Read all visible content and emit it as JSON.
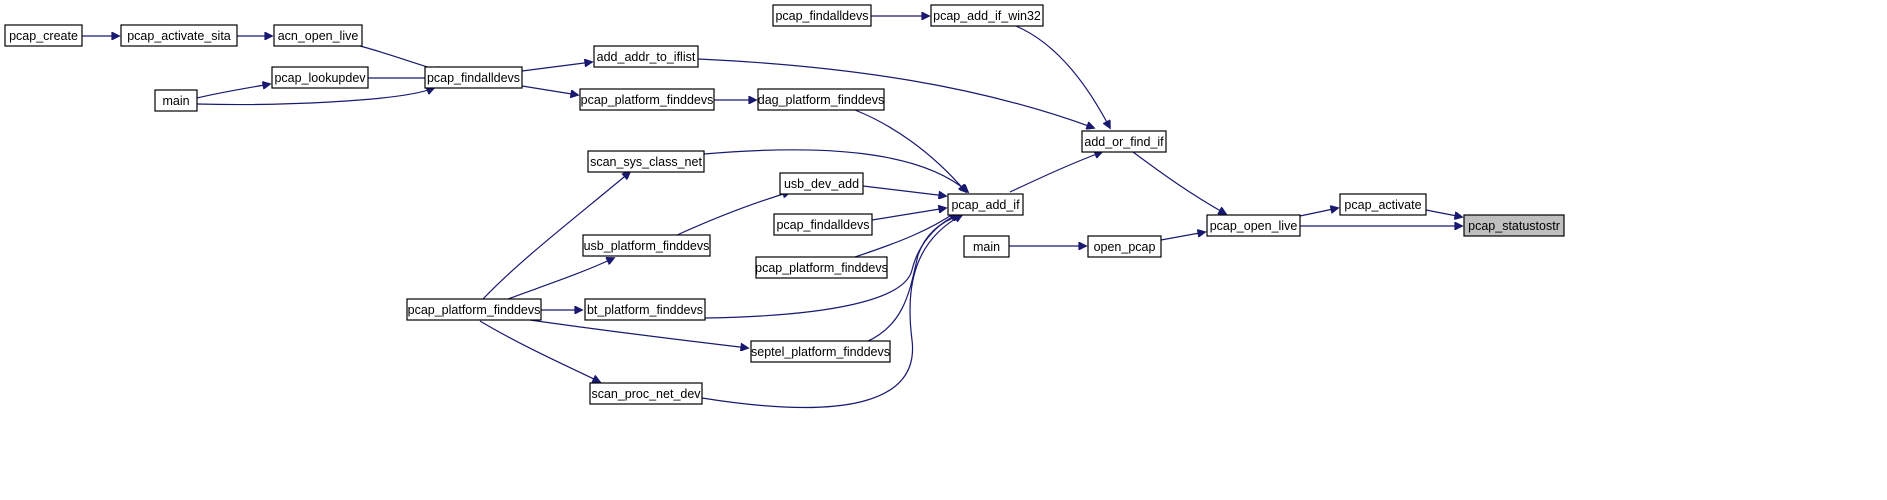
{
  "diagram": {
    "colors": {
      "edge": "#191970",
      "node_border": "#000000",
      "root_fill": "#bfbfbf",
      "node_fill": "#ffffff"
    },
    "nodes": {
      "pcap_create": "pcap_create",
      "pcap_activate_sita": "pcap_activate_sita",
      "acn_open_live": "acn_open_live",
      "pcap_findalldevs_main": "pcap_findalldevs",
      "main_top": "main",
      "pcap_lookupdev": "pcap_lookupdev",
      "add_addr_to_iflist": "add_addr_to_iflist",
      "pcap_platform_finddevs_top": "pcap_platform_finddevs",
      "dag_platform_finddevs": "dag_platform_finddevs",
      "pcap_findalldevs_win32": "pcap_findalldevs",
      "pcap_add_if_win32": "pcap_add_if_win32",
      "add_or_find_if": "add_or_find_if",
      "scan_sys_class_net": "scan_sys_class_net",
      "usb_dev_add": "usb_dev_add",
      "pcap_add_if": "pcap_add_if",
      "pcap_findalldevs_mid": "pcap_findalldevs",
      "usb_platform_finddevs": "usb_platform_finddevs",
      "pcap_platform_finddevs_mid": "pcap_platform_finddevs",
      "pcap_platform_finddevs_left": "pcap_platform_finddevs",
      "bt_platform_finddevs": "bt_platform_finddevs",
      "septel_platform_finddevs": "septel_platform_finddevs",
      "scan_proc_net_dev": "scan_proc_net_dev",
      "main_mid": "main",
      "open_pcap": "open_pcap",
      "pcap_open_live": "pcap_open_live",
      "pcap_activate": "pcap_activate",
      "pcap_statustostr": "pcap_statustostr"
    },
    "edges": [
      [
        "pcap_create",
        "pcap_activate_sita"
      ],
      [
        "pcap_activate_sita",
        "acn_open_live"
      ],
      [
        "acn_open_live",
        "pcap_findalldevs_main"
      ],
      [
        "pcap_lookupdev",
        "pcap_findalldevs_main"
      ],
      [
        "main_top",
        "pcap_lookupdev"
      ],
      [
        "main_top",
        "pcap_findalldevs_main"
      ],
      [
        "pcap_findalldevs_main",
        "add_addr_to_iflist"
      ],
      [
        "pcap_findalldevs_main",
        "pcap_platform_finddevs_top"
      ],
      [
        "pcap_platform_finddevs_top",
        "dag_platform_finddevs"
      ],
      [
        "pcap_findalldevs_win32",
        "pcap_add_if_win32"
      ],
      [
        "pcap_add_if_win32",
        "add_or_find_if"
      ],
      [
        "add_addr_to_iflist",
        "add_or_find_if"
      ],
      [
        "dag_platform_finddevs",
        "pcap_add_if"
      ],
      [
        "scan_sys_class_net",
        "pcap_add_if"
      ],
      [
        "usb_dev_add",
        "pcap_add_if"
      ],
      [
        "pcap_findalldevs_mid",
        "pcap_add_if"
      ],
      [
        "pcap_platform_finddevs_mid",
        "pcap_add_if"
      ],
      [
        "bt_platform_finddevs",
        "pcap_add_if"
      ],
      [
        "septel_platform_finddevs",
        "pcap_add_if"
      ],
      [
        "scan_proc_net_dev",
        "pcap_add_if"
      ],
      [
        "usb_platform_finddevs",
        "usb_dev_add"
      ],
      [
        "pcap_platform_finddevs_left",
        "scan_sys_class_net"
      ],
      [
        "pcap_platform_finddevs_left",
        "usb_platform_finddevs"
      ],
      [
        "pcap_platform_finddevs_left",
        "bt_platform_finddevs"
      ],
      [
        "pcap_platform_finddevs_left",
        "septel_platform_finddevs"
      ],
      [
        "pcap_platform_finddevs_left",
        "scan_proc_net_dev"
      ],
      [
        "pcap_add_if",
        "add_or_find_if"
      ],
      [
        "add_or_find_if",
        "pcap_open_live"
      ],
      [
        "main_mid",
        "open_pcap"
      ],
      [
        "open_pcap",
        "pcap_open_live"
      ],
      [
        "pcap_open_live",
        "pcap_activate"
      ],
      [
        "pcap_open_live",
        "pcap_statustostr"
      ],
      [
        "pcap_activate",
        "pcap_statustostr"
      ]
    ]
  }
}
